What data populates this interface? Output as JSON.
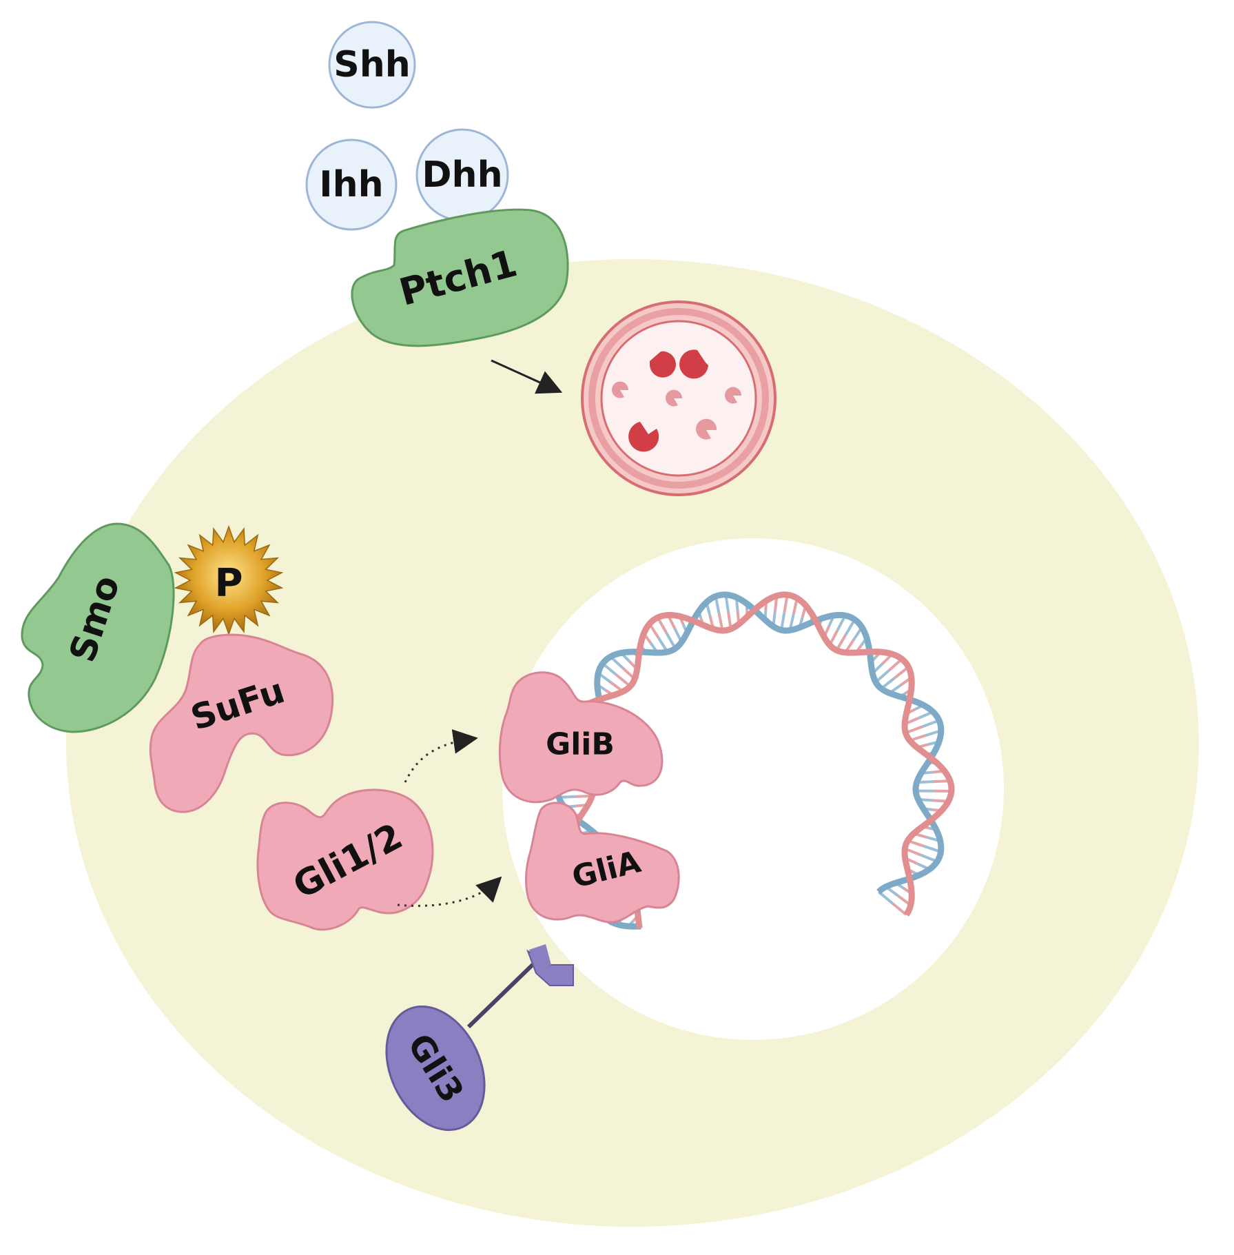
{
  "ligands": {
    "shh": "Shh",
    "ihh": "Ihh",
    "dhh": "Dhh"
  },
  "receptor": {
    "ptch1": "Ptch1"
  },
  "cytoplasm": {
    "smo": "Smo",
    "phosphate": "P",
    "sufu": "SuFu",
    "gli12": "Gli1/2",
    "gli3": "Gli3"
  },
  "nucleus": {
    "glib": "GliB",
    "glia": "GliA"
  },
  "colors": {
    "cell": "#f4f3d6",
    "nucleus": "#ffffff",
    "ligand_fill": "#e9f1fb",
    "ligand_stroke": "#9db6d6",
    "receptor_fill": "#93c991",
    "receptor_stroke": "#5f9a5d",
    "gli_fill": "#f0aab7",
    "gli_stroke": "#d88495",
    "gli3_fill": "#8a7fc0",
    "gli3_stroke": "#655a9c",
    "dna_red": "#e08e90",
    "dna_blue": "#7eaac8",
    "proteasome": "#d86d71"
  }
}
